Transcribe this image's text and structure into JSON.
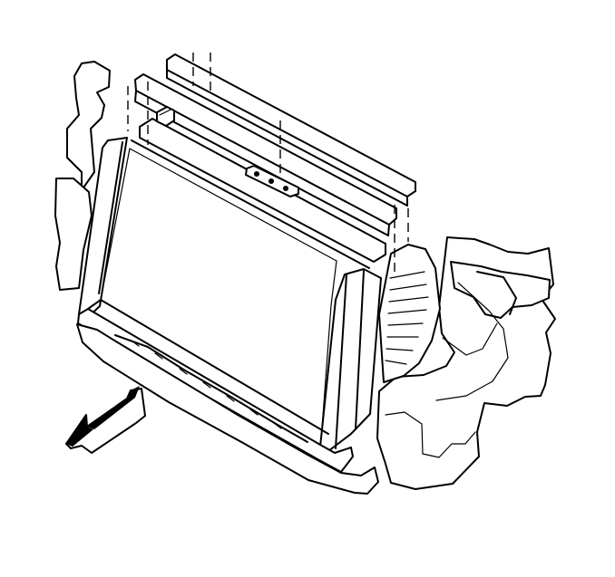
{
  "diagram": {
    "type": "automotive-service-illustration",
    "subject": "radiator-removal-from-front-end-support",
    "arrow_direction": "front-left",
    "colors": {
      "line": "#000000",
      "background": "#ffffff"
    }
  }
}
